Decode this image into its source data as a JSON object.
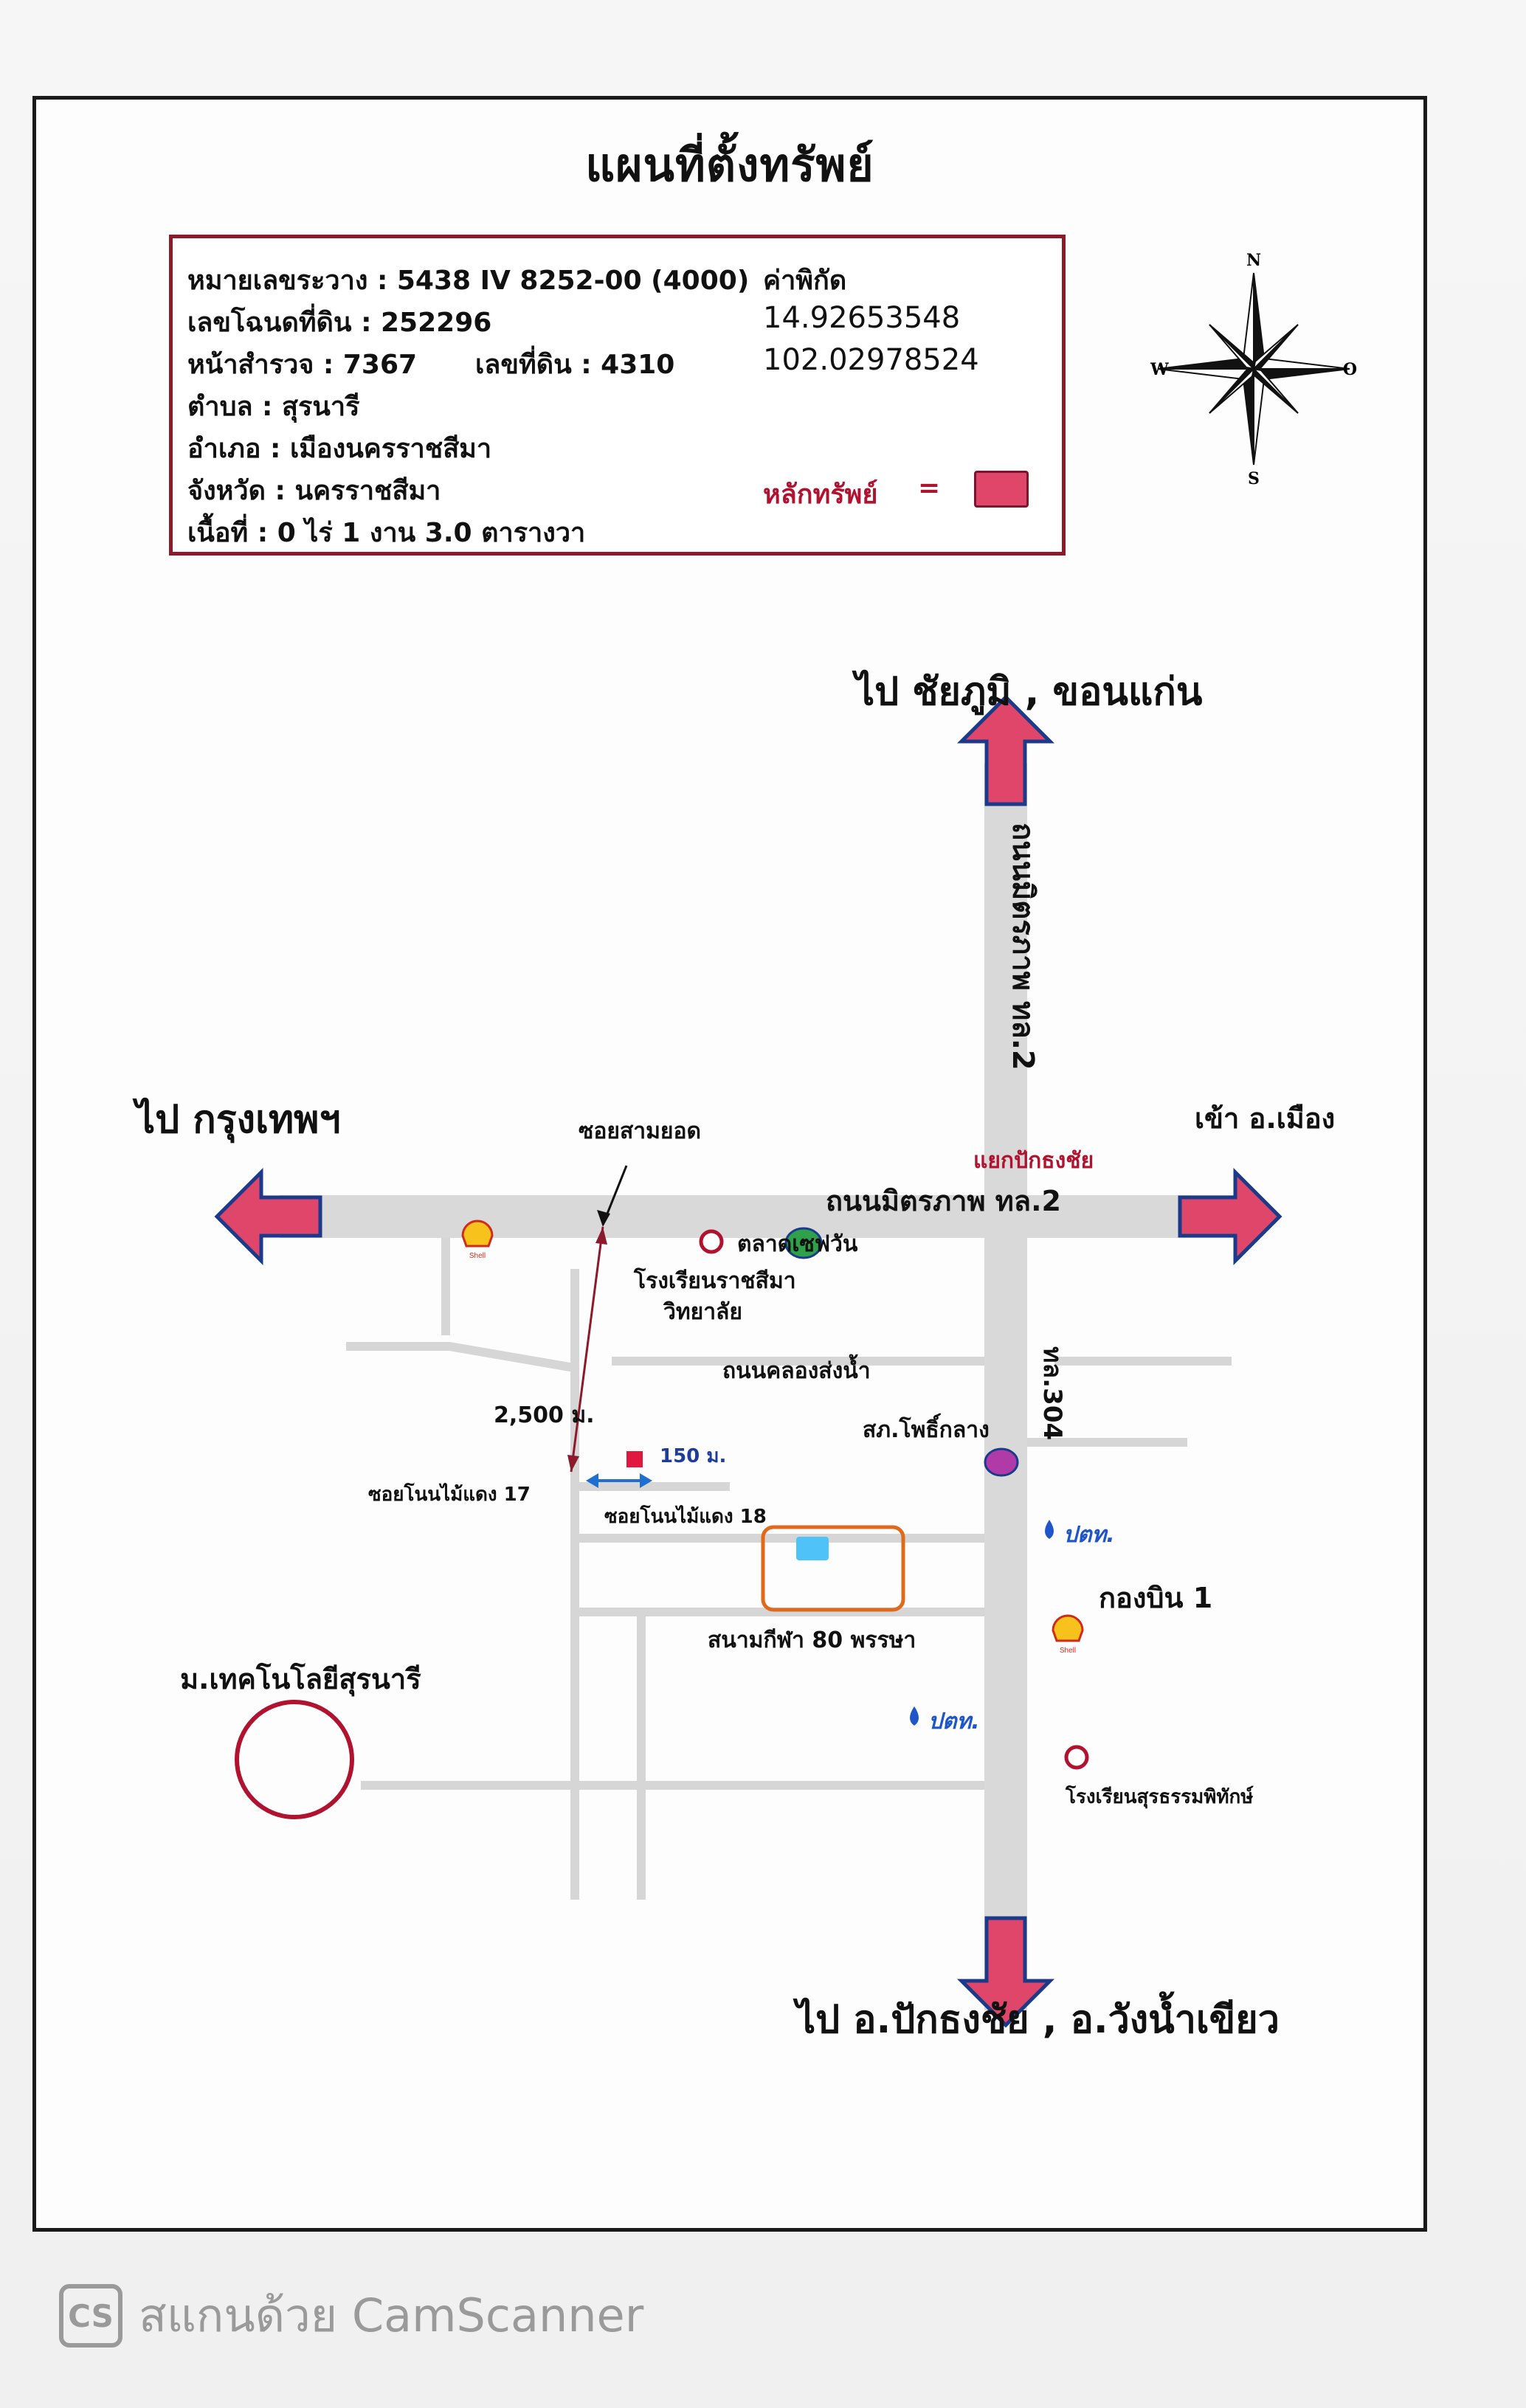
{
  "title": "แผนที่ตั้งทรัพย์",
  "info": {
    "sheet_no": "หมายเลขระวาง : 5438 IV 8252-00 (4000)",
    "deed_no": "เลขโฉนดที่ดิน : 252296",
    "survey_page": "หน้าสำรวจ : 7367",
    "land_no": "เลขที่ดิน : 4310",
    "subdistrict": "ตำบล : สุรนารี",
    "district": "อำเภอ : เมืองนครราชสีมา",
    "province": "จังหวัด : นครราชสีมา",
    "area": "เนื้อที่ : 0 ไร่ 1 งาน 3.0 ตารางวา",
    "coord_label": "ค่าพิกัด",
    "lat": "14.92653548",
    "lon": "102.02978524",
    "legend_label": "หลักทรัพย์",
    "legend_eq": "=",
    "legend_color": "#e0456a"
  },
  "compass": {
    "n": "N",
    "s": "S",
    "w": "W",
    "e": "O"
  },
  "labels": {
    "to_chaiyaphum": "ไป ชัยภูมิ , ขอนแก่น",
    "to_bangkok": "ไป กรุงเทพฯ",
    "to_city": "เข้า อ.เมือง",
    "to_south": "ไป อ.ปักธงชัย , อ.วังน้ำเขียว",
    "road_mittraphap_vert": "ถนนมิตรภาพ ทล.2",
    "road_mittraphap_h": "ถนนมิตรภาพ ทล.2",
    "junction": "แยกปักธงชัย",
    "soi_samyot": "ซอยสามยอด",
    "market": "ตลาดเซฟวัน",
    "school_rajsima": "โรงเรียนราชสีมา",
    "school_rajsima2": "วิทยาลัย",
    "road_canal": "ถนนคลองส่งน้ำ",
    "road_304": "ทล.304",
    "police": "สภ.โพธิ์กลาง",
    "dist_2500": "2,500 ม.",
    "dist_150": "150 ม.",
    "soi_17": "ซอยโนนไม้แดง 17",
    "soi_18": "ซอยโนนไม้แดง 18",
    "ptt": "ปตท.",
    "wing1": "กองบิน 1",
    "stadium": "สนามกีฬา 80 พรรษา",
    "university": "ม.เทคโนโลยีสุรนารี",
    "school_suratham": "โรงเรียนสุรธรรมพิทักษ์",
    "shell": "Shell"
  },
  "colors": {
    "road": "#d9d9d9",
    "arrow": "#e0456a",
    "arrow_border": "#1b3b8a",
    "accent": "#b0122f"
  },
  "footer": {
    "badge": "CS",
    "text": "สแกนด้วย CamScanner"
  }
}
